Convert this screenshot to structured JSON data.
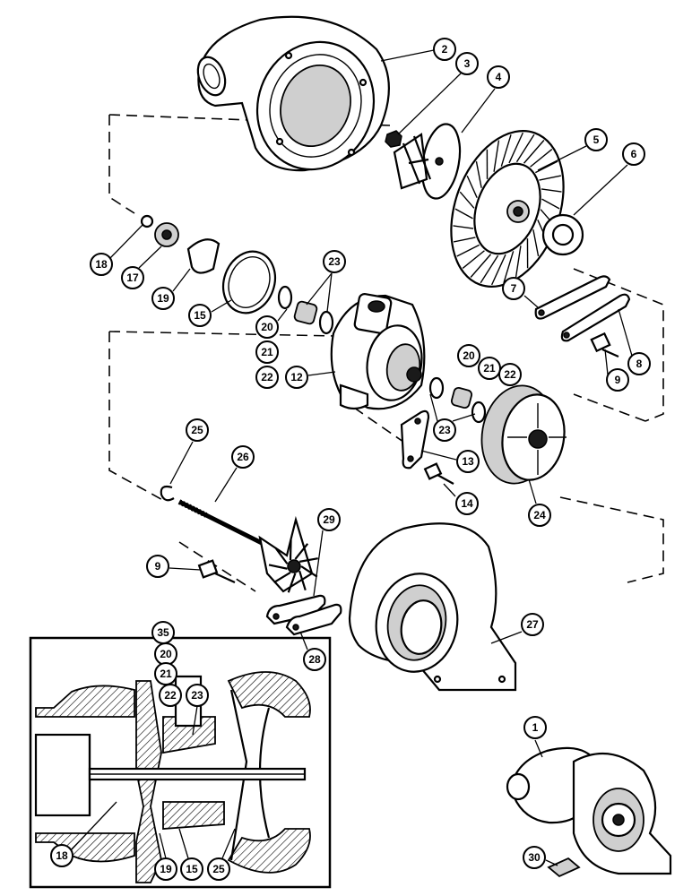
{
  "diagram": {
    "callouts": [
      {
        "id": "c1",
        "label": "1"
      },
      {
        "id": "c2",
        "label": "2"
      },
      {
        "id": "c3",
        "label": "3"
      },
      {
        "id": "c4",
        "label": "4"
      },
      {
        "id": "c5",
        "label": "5"
      },
      {
        "id": "c6",
        "label": "6"
      },
      {
        "id": "c7",
        "label": "7"
      },
      {
        "id": "c8",
        "label": "8"
      },
      {
        "id": "c9a",
        "label": "9"
      },
      {
        "id": "c9b",
        "label": "9"
      },
      {
        "id": "c12",
        "label": "12"
      },
      {
        "id": "c13",
        "label": "13"
      },
      {
        "id": "c14",
        "label": "14"
      },
      {
        "id": "c15a",
        "label": "15"
      },
      {
        "id": "c15b",
        "label": "15"
      },
      {
        "id": "c17",
        "label": "17"
      },
      {
        "id": "c18a",
        "label": "18"
      },
      {
        "id": "c18b",
        "label": "18"
      },
      {
        "id": "c19a",
        "label": "19"
      },
      {
        "id": "c19b",
        "label": "19"
      },
      {
        "id": "c20a",
        "label": "20"
      },
      {
        "id": "c21a",
        "label": "21"
      },
      {
        "id": "c22a",
        "label": "22"
      },
      {
        "id": "c20b",
        "label": "20"
      },
      {
        "id": "c21b",
        "label": "21"
      },
      {
        "id": "c22b",
        "label": "22"
      },
      {
        "id": "c20c",
        "label": "20"
      },
      {
        "id": "c21c",
        "label": "21"
      },
      {
        "id": "c22c",
        "label": "22"
      },
      {
        "id": "c23a",
        "label": "23"
      },
      {
        "id": "c23b",
        "label": "23"
      },
      {
        "id": "c23c",
        "label": "23"
      },
      {
        "id": "c24",
        "label": "24"
      },
      {
        "id": "c25a",
        "label": "25"
      },
      {
        "id": "c25b",
        "label": "25"
      },
      {
        "id": "c26",
        "label": "26"
      },
      {
        "id": "c27",
        "label": "27"
      },
      {
        "id": "c28",
        "label": "28"
      },
      {
        "id": "c29",
        "label": "29"
      },
      {
        "id": "c30",
        "label": "30"
      },
      {
        "id": "c35",
        "label": "35"
      }
    ]
  }
}
